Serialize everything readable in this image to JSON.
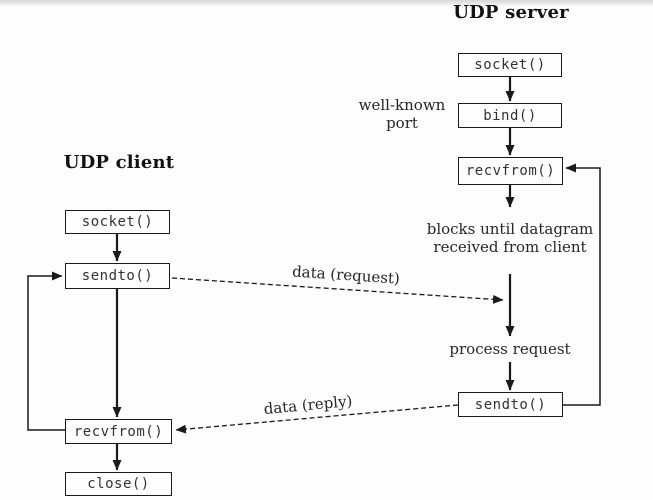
{
  "diagram": {
    "client": {
      "title": "UDP client",
      "socket_label": "socket()",
      "sendto_label": "sendto()",
      "recvfrom_label": "recvfrom()",
      "close_label": "close()"
    },
    "server": {
      "title": "UDP server",
      "socket_label": "socket()",
      "bind_label": "bind()",
      "recvfrom_label": "recvfrom()",
      "sendto_label": "sendto()",
      "well_known_line1": "well-known",
      "well_known_line2": "port",
      "blocks_line1": "blocks until datagram",
      "blocks_line2": "received from client",
      "process_request": "process request"
    },
    "messages": {
      "request": "data (request)",
      "reply": "data (reply)"
    },
    "colors": {
      "line": "#1a1a1a",
      "box_border": "#1a1a1a",
      "text": "#2b2b2b",
      "background": "#fdfdfd"
    }
  }
}
